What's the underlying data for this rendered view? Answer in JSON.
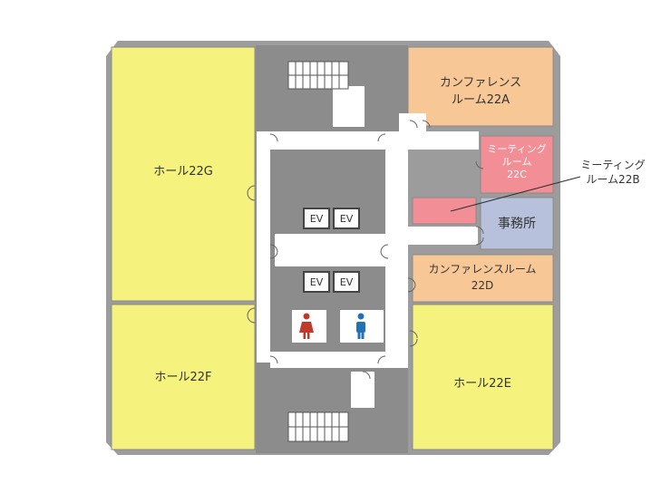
{
  "rooms": {
    "hall_g": {
      "label": "ホール22G",
      "color": "#f5f27d"
    },
    "hall_f": {
      "label": "ホール22F",
      "color": "#f5f27d"
    },
    "hall_e": {
      "label": "ホール22E",
      "color": "#f5f27d"
    },
    "conf_a": {
      "line1": "カンファレンス",
      "line2": "ルーム22A",
      "color": "#f8c796"
    },
    "meeting_c": {
      "line1": "ミーティング",
      "line2": "ルーム",
      "line3": "22C",
      "color": "#f28e96"
    },
    "meeting_b": {
      "color": "#f28e96"
    },
    "office": {
      "label": "事務所",
      "color": "#b7c1dc"
    },
    "conf_d": {
      "line1": "カンファレンスルーム",
      "line2": "22D",
      "color": "#f8c796"
    }
  },
  "callout": {
    "line1": "ミーティング",
    "line2": "ルーム22B"
  },
  "elevators": [
    "EV",
    "EV",
    "EV",
    "EV"
  ],
  "colors": {
    "floor": "#9c9c9c",
    "core": "#8e8e8e",
    "corridor": "#ffffff",
    "outline": "#bdbdbd",
    "female": "#c0392b",
    "male": "#2171b5"
  },
  "icons": {
    "female_restroom": "female-restroom-icon",
    "male_restroom": "male-restroom-icon",
    "stairs": "stairs-icon",
    "door": "door-icon"
  }
}
